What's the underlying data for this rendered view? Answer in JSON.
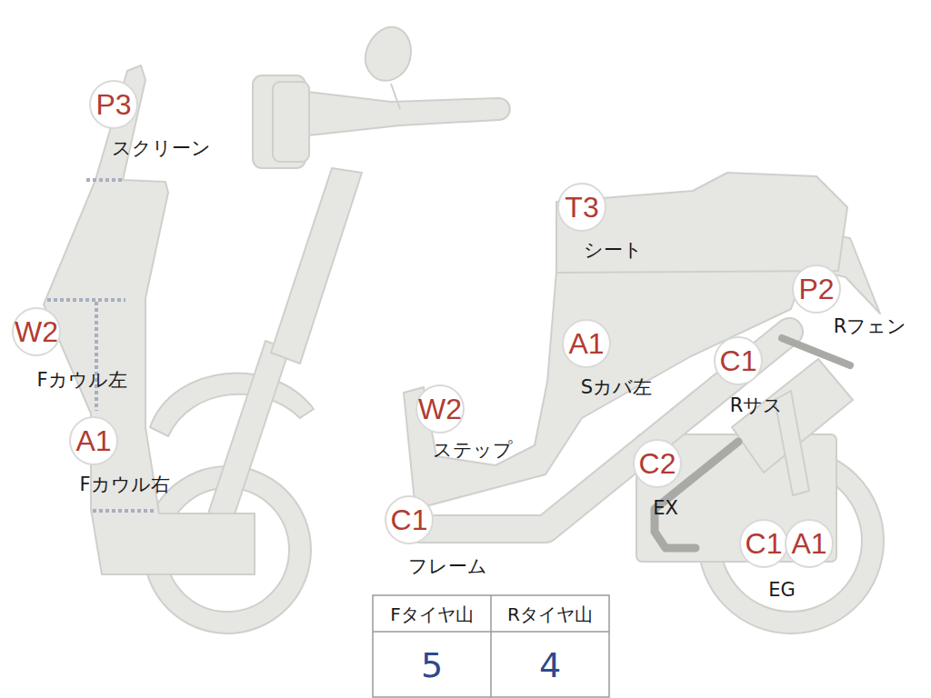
{
  "diagram": {
    "nodes": [
      {
        "text": [
          "P3",
          "スクリーン"
        ]
      },
      {
        "text": [
          "W2",
          "Fカウル左"
        ]
      },
      {
        "text": [
          "A1",
          "Fカウル右"
        ]
      },
      {
        "text": [
          "T3",
          "シート"
        ]
      },
      {
        "text": [
          "P2",
          "Rフェン"
        ]
      },
      {
        "text": [
          "A1",
          "Sカバ左"
        ]
      },
      {
        "text": [
          "C1",
          "Rサス"
        ]
      },
      {
        "text": [
          "W2",
          "ステップ"
        ]
      },
      {
        "text": [
          "C2",
          "EX"
        ]
      },
      {
        "text": [
          "C1",
          "フレーム"
        ]
      },
      {
        "text": [
          "C1",
          "EG"
        ]
      },
      {
        "text": [
          "A1"
        ]
      }
    ],
    "edges": [],
    "labels": [
      "Fタイヤ山",
      "Rタイヤ山",
      "5",
      "4"
    ]
  }
}
